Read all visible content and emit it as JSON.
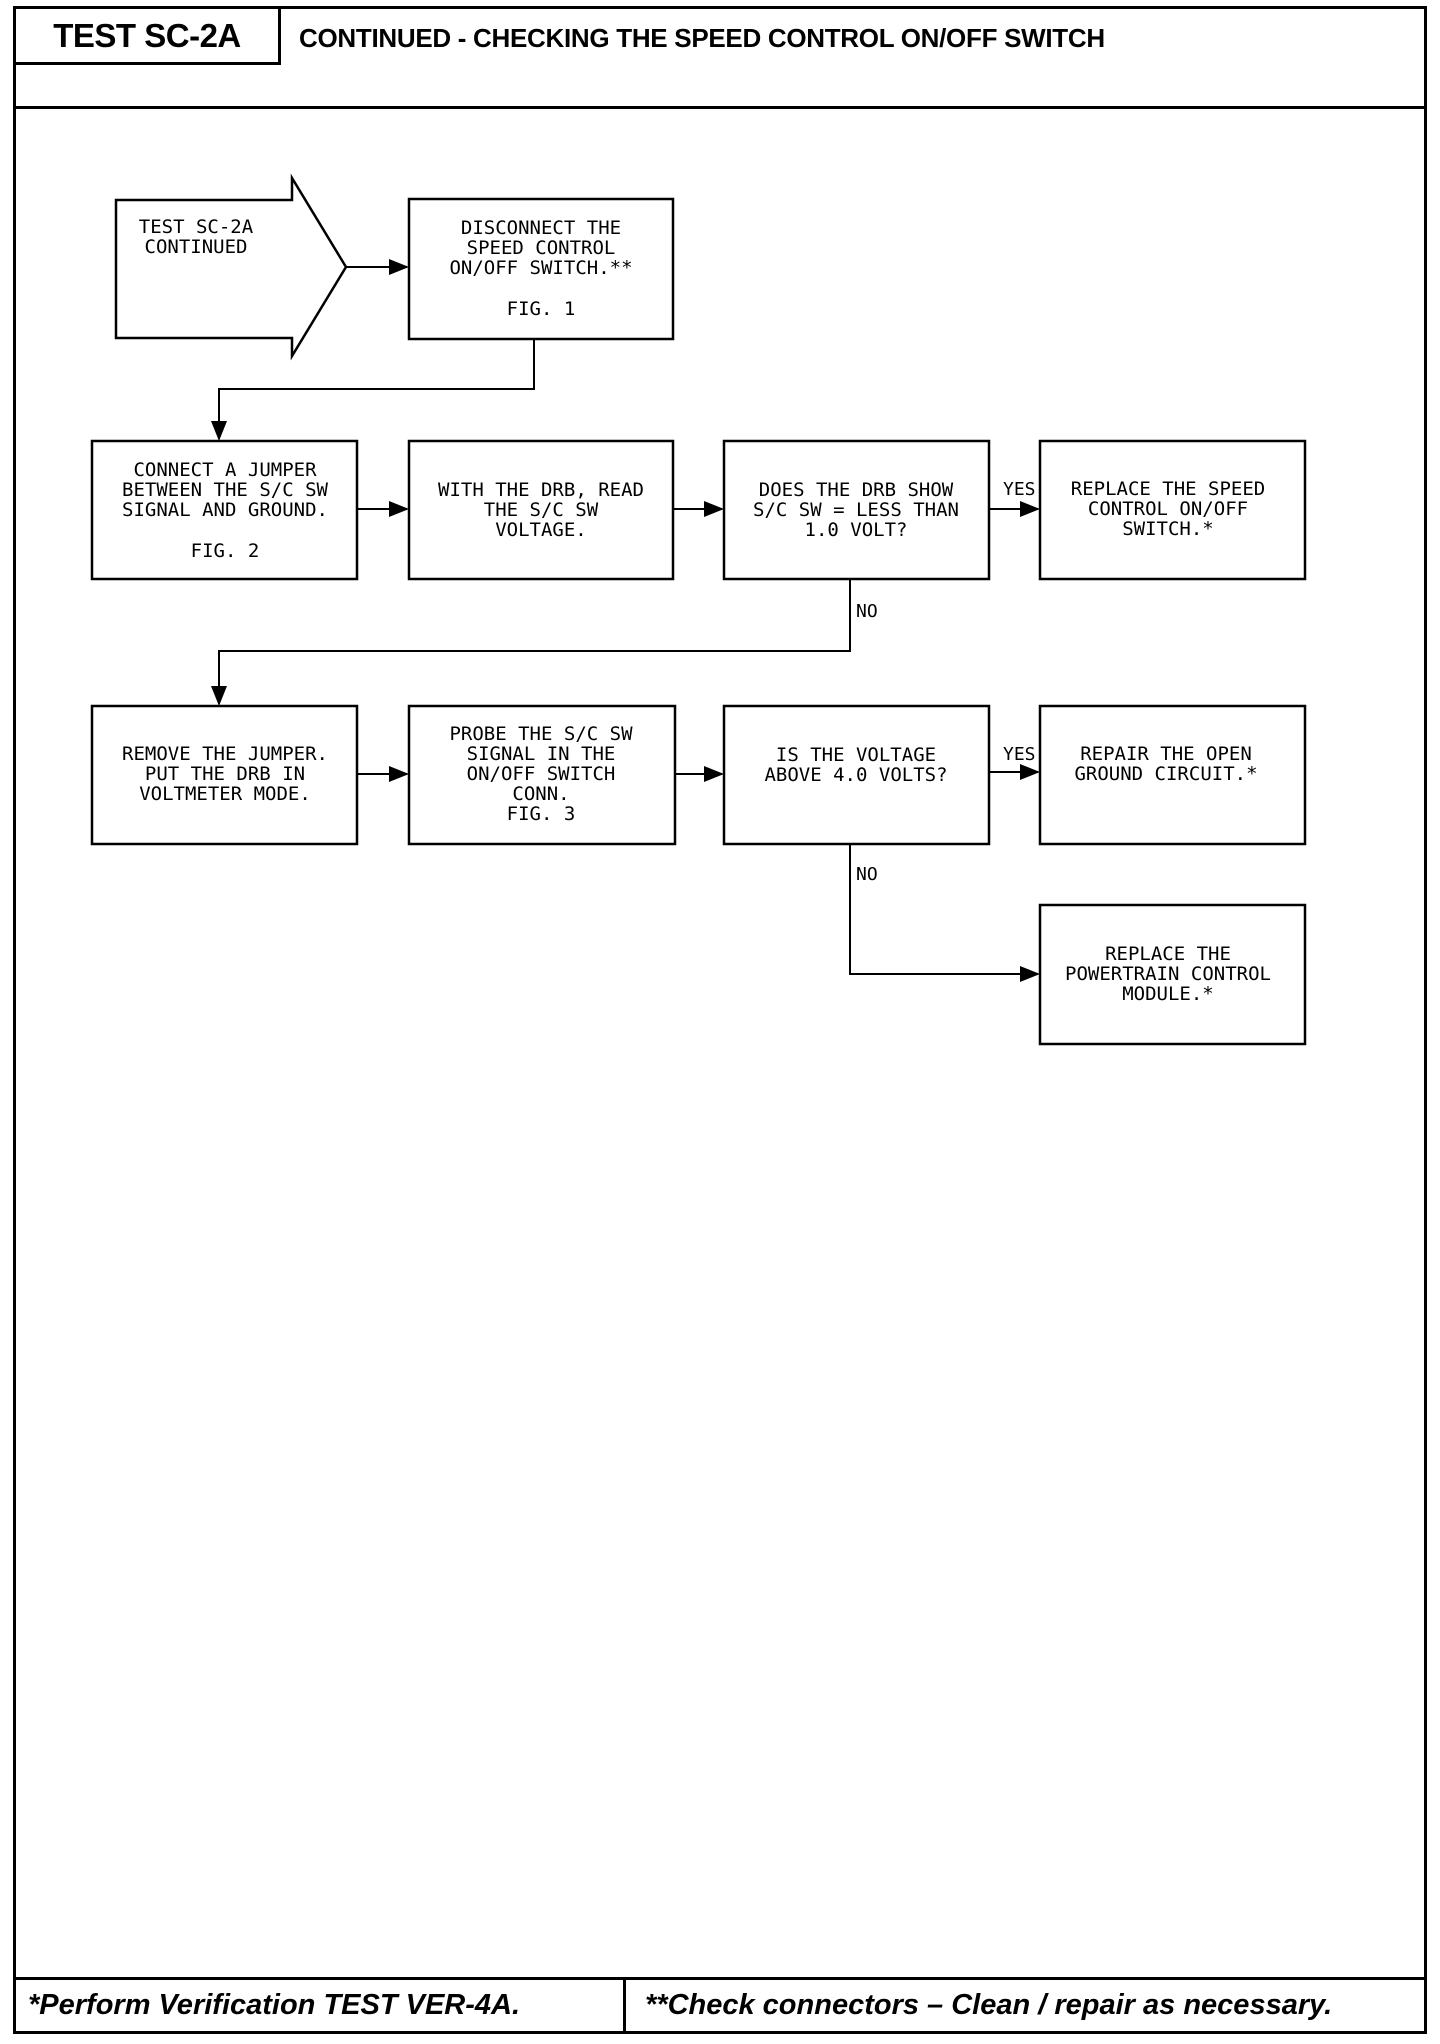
{
  "header": {
    "test_id": "TEST SC-2A",
    "title": "CONTINUED - CHECKING THE SPEED CONTROL ON/OFF SWITCH"
  },
  "flowchart": {
    "start": {
      "lines": [
        "TEST SC-2A",
        "CONTINUED"
      ]
    },
    "boxes": {
      "disconnect": [
        "DISCONNECT THE",
        "SPEED CONTROL",
        "ON/OFF SWITCH.**",
        "",
        "FIG. 1"
      ],
      "connect_jumper": [
        "CONNECT A JUMPER",
        "BETWEEN THE S/C SW",
        "SIGNAL AND GROUND.",
        "",
        "FIG. 2"
      ],
      "read_voltage": [
        "WITH THE DRB, READ",
        "THE S/C SW",
        "VOLTAGE."
      ],
      "check_less": [
        "DOES THE DRB SHOW",
        "S/C SW = LESS THAN",
        "1.0 VOLT?"
      ],
      "replace_switch": [
        "REPLACE THE SPEED",
        "CONTROL ON/OFF",
        "SWITCH.*"
      ],
      "remove_jumper": [
        "REMOVE THE JUMPER.",
        "PUT THE DRB IN",
        "VOLTMETER MODE."
      ],
      "probe_signal": [
        "PROBE THE S/C SW",
        "SIGNAL IN THE",
        "ON/OFF SWITCH",
        "CONN.",
        "FIG. 3"
      ],
      "check_above": [
        "IS THE VOLTAGE",
        "ABOVE 4.0 VOLTS?"
      ],
      "repair_ground": [
        "REPAIR THE OPEN",
        "GROUND CIRCUIT.*"
      ],
      "replace_pcm": [
        "REPLACE THE",
        "POWERTRAIN CONTROL",
        "MODULE.*"
      ]
    },
    "labels": {
      "yes_1": "YES",
      "no_1": "NO",
      "yes_2": "YES",
      "no_2": "NO"
    }
  },
  "footer": {
    "left": "*Perform Verification TEST VER-4A.",
    "right": "**Check connectors – Clean / repair as necessary."
  }
}
